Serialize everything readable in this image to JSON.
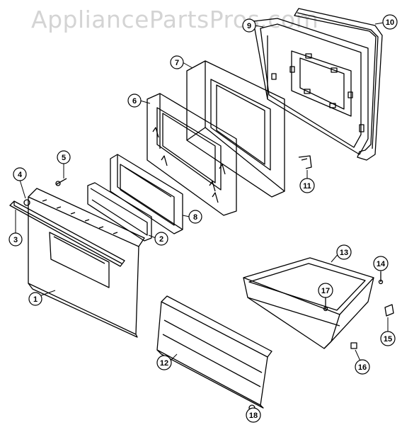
{
  "watermark": "AppliancePartsPros.com",
  "callouts": [
    {
      "id": "1",
      "label": "1"
    },
    {
      "id": "2",
      "label": "2"
    },
    {
      "id": "3",
      "label": "3"
    },
    {
      "id": "4",
      "label": "4"
    },
    {
      "id": "5",
      "label": "5"
    },
    {
      "id": "6",
      "label": "6"
    },
    {
      "id": "7",
      "label": "7"
    },
    {
      "id": "8",
      "label": "8"
    },
    {
      "id": "9",
      "label": "9"
    },
    {
      "id": "10",
      "label": "10"
    },
    {
      "id": "11",
      "label": "11"
    },
    {
      "id": "12",
      "label": "12"
    },
    {
      "id": "13",
      "label": "13"
    },
    {
      "id": "14",
      "label": "14"
    },
    {
      "id": "15",
      "label": "15"
    },
    {
      "id": "16",
      "label": "16"
    },
    {
      "id": "17",
      "label": "17"
    },
    {
      "id": "18",
      "label": "18"
    }
  ]
}
